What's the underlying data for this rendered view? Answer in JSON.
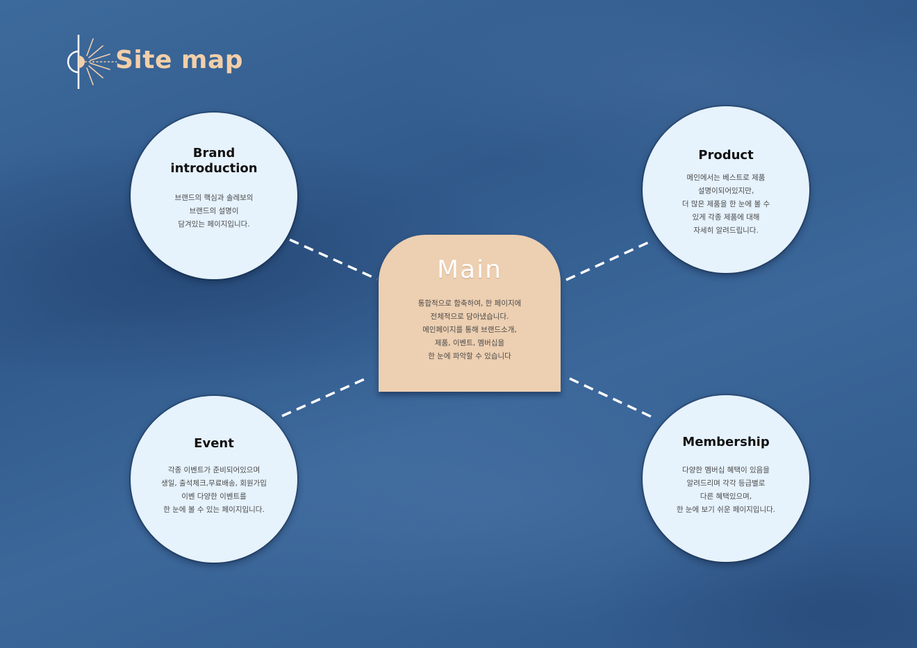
{
  "header": {
    "title": "Site map",
    "logo_icon": "sun-half-circle-icon"
  },
  "colors": {
    "background": "#3a6595",
    "node_fill": "#e6f2fc",
    "main_fill": "#edcfb1",
    "accent": "#f2cfa9",
    "connector": "#ffffff"
  },
  "main": {
    "title": "Main",
    "lines": [
      "통합적으로 함축하여, 한 페이지에",
      "전체적으로 담아냈습니다.",
      "메인페이지를 통해 브랜드소개,",
      "제품, 이벤트, 멤버십을",
      "한 눈에 파악할 수 있습니다"
    ]
  },
  "nodes": {
    "brand": {
      "title": "Brand\nintroduction",
      "lines": [
        "브랜드의 핵심과 솔레보의",
        "브랜드의 설명이",
        "담겨있는 페이지입니다."
      ]
    },
    "product": {
      "title": "Product",
      "lines": [
        "메인에서는 베스트로 제품",
        "설명이되어있지만,",
        "더 많은 제품을 한 눈에 볼 수",
        "있게 각종 제품에 대해",
        "자세히 알려드립니다."
      ]
    },
    "event": {
      "title": "Event",
      "lines": [
        "각종 이벤트가 준비되어있으며",
        "생일, 출석체크,무료배송, 회원가입",
        "이벤 다양한 이벤트를",
        "한 눈에 볼 수 있는 페이지입니다."
      ]
    },
    "membership": {
      "title": "Membership",
      "lines": [
        "다양한 멤버십 혜택이 있음을",
        "알려드리며 각각 등급별로",
        "다른 혜택있으며,",
        "한 눈에 보기 쉬운 페이지입니다."
      ]
    }
  }
}
